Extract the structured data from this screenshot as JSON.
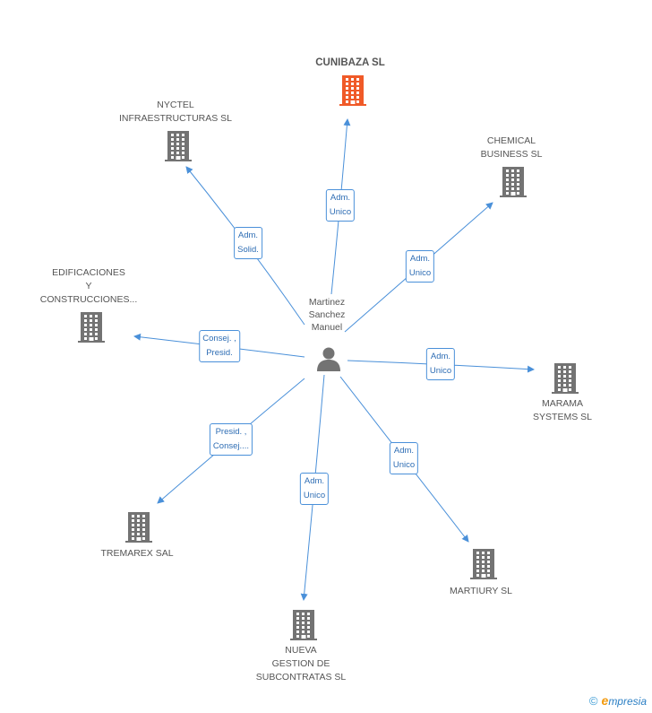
{
  "colors": {
    "edge": "#4a90d9",
    "building": "#737373",
    "highlight": "#f05a28"
  },
  "center": {
    "name": "Martinez\nSanchez\nManuel",
    "icon": "person-icon"
  },
  "companies": [
    {
      "id": "cunibaza",
      "name": "CUNIBAZA SL",
      "highlight": true
    },
    {
      "id": "nyctel",
      "name": "NYCTEL\nINFRAESTRUCTURAS SL"
    },
    {
      "id": "chemical",
      "name": "CHEMICAL\nBUSINESS SL"
    },
    {
      "id": "edificaciones",
      "name": "EDIFICACIONES\nY\nCONSTRUCCIONES..."
    },
    {
      "id": "marama",
      "name": "MARAMA\nSYSTEMS SL"
    },
    {
      "id": "tremarex",
      "name": "TREMAREX SAL"
    },
    {
      "id": "martiury",
      "name": "MARTIURY SL"
    },
    {
      "id": "nueva",
      "name": "NUEVA\nGESTION DE\nSUBCONTRATAS SL"
    }
  ],
  "relations": [
    {
      "target": "cunibaza",
      "role": "Adm.\nUnico"
    },
    {
      "target": "nyctel",
      "role": "Adm.\nSolid."
    },
    {
      "target": "chemical",
      "role": "Adm.\nUnico"
    },
    {
      "target": "edificaciones",
      "role": "Consej. ,\nPresid."
    },
    {
      "target": "marama",
      "role": "Adm.\nUnico"
    },
    {
      "target": "tremarex",
      "role": "Presid. ,\nConsej...."
    },
    {
      "target": "martiury",
      "role": "Adm.\nUnico"
    },
    {
      "target": "nueva",
      "role": "Adm.\nUnico"
    }
  ],
  "footer": {
    "copyright": "©",
    "brand_first": "e",
    "brand_rest": "mpresia"
  }
}
